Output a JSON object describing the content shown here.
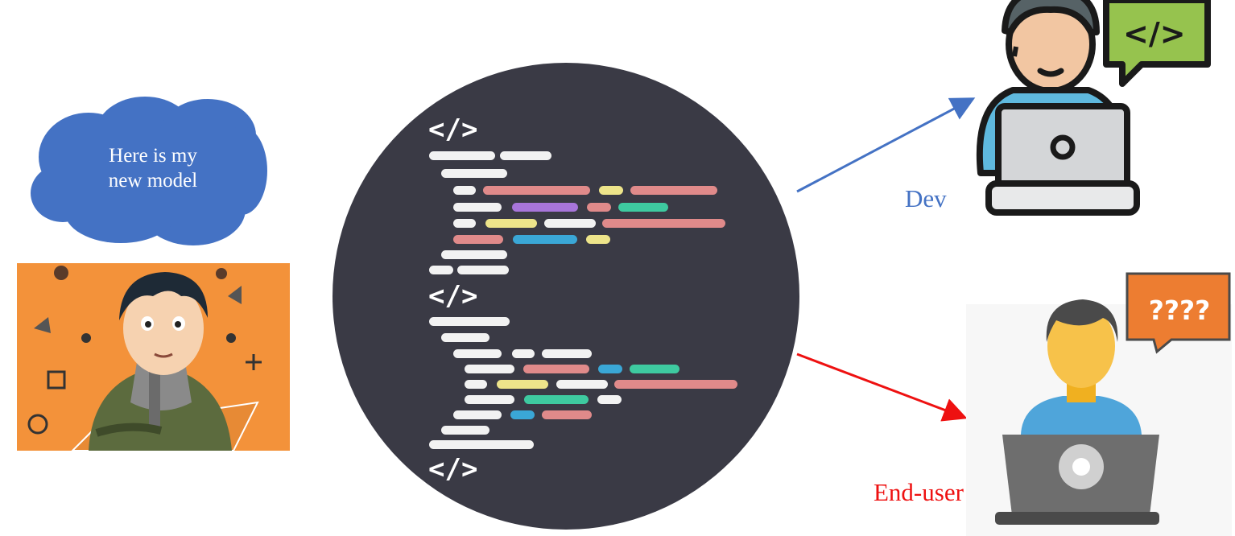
{
  "cloud": {
    "line1": "Here is my",
    "line2": "new model"
  },
  "labels": {
    "dev": "Dev",
    "end_user": "End-user"
  },
  "bubble": {
    "text": "????"
  },
  "code": {
    "tags": [
      "</>",
      "</>",
      "</>"
    ]
  },
  "colors": {
    "cloud": "#4472C4",
    "dev_arrow": "#4472C4",
    "enduser_arrow": "#EE1111",
    "dev_label": "#4472C4",
    "enduser_label": "#EE1111",
    "code_circle": "#3A3A45",
    "bubble": "#ED7D31"
  },
  "icons": [
    "cloud-icon",
    "code-icon",
    "developer-icon",
    "end-user-icon",
    "avatar-image"
  ]
}
